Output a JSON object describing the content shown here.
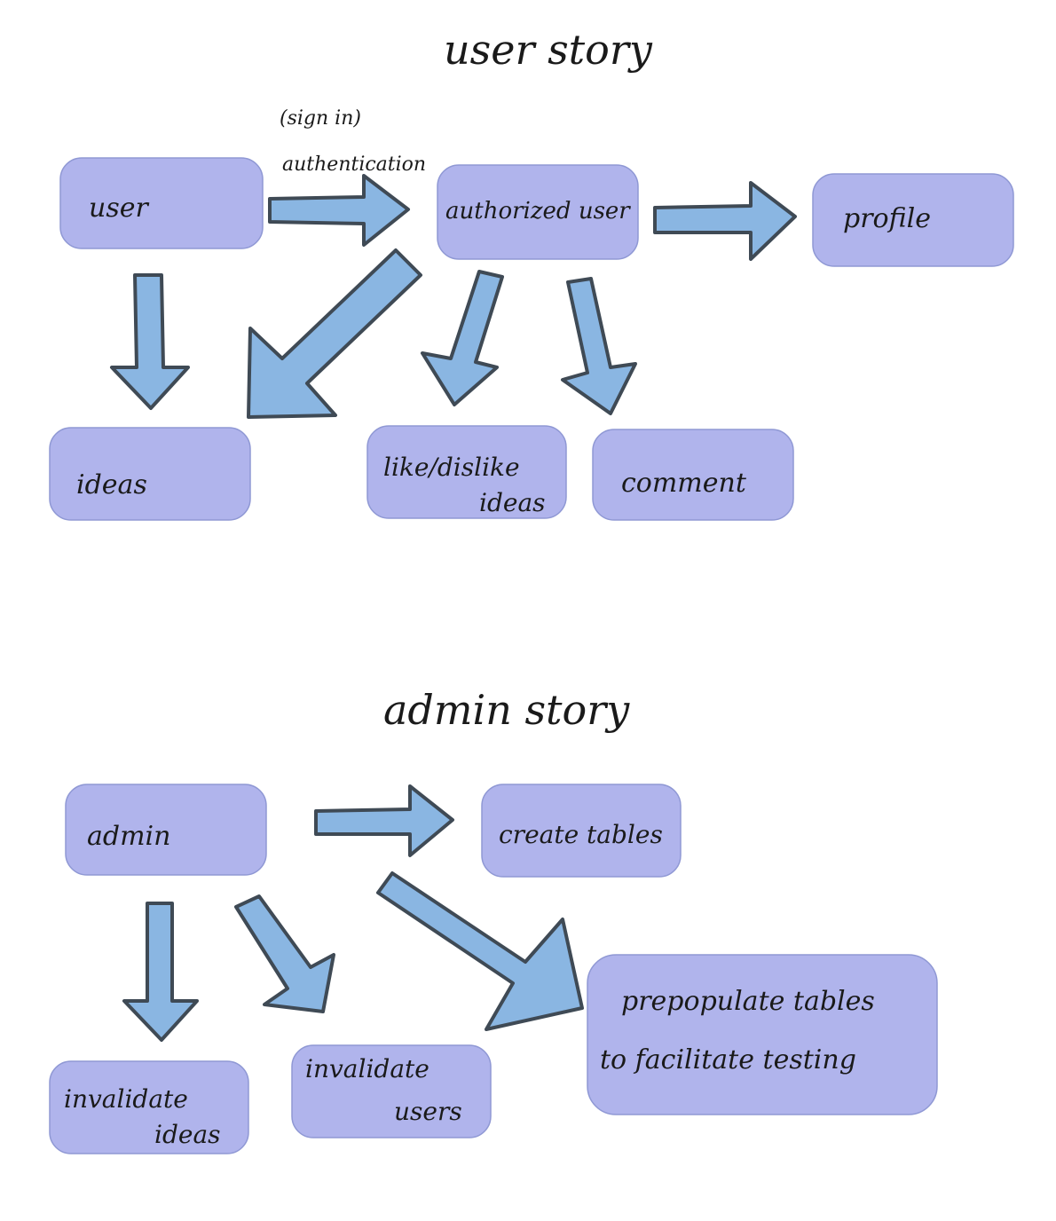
{
  "colors": {
    "box_fill": "#b0b4ec",
    "arrow_fill": "#8ab6e2",
    "arrow_stroke": "#3f4a55",
    "text": "#1a1a1a"
  },
  "user_story": {
    "title": "user story",
    "auth_note_line1": "(sign in)",
    "auth_note_line2": "authentication",
    "nodes": {
      "user": "user",
      "authorized_user": "authorized user",
      "profile": "profile",
      "ideas": "ideas",
      "like_dislike_line1": "like/dislike",
      "like_dislike_line2": "ideas",
      "comment": "comment"
    }
  },
  "admin_story": {
    "title": "admin story",
    "nodes": {
      "admin": "admin",
      "create_tables": "create tables",
      "prepopulate_line1": "prepopulate tables",
      "prepopulate_line2": "to facilitate testing",
      "invalidate_ideas_line1": "invalidate",
      "invalidate_ideas_line2": "ideas",
      "invalidate_users_line1": "invalidate",
      "invalidate_users_line2": "users"
    }
  }
}
